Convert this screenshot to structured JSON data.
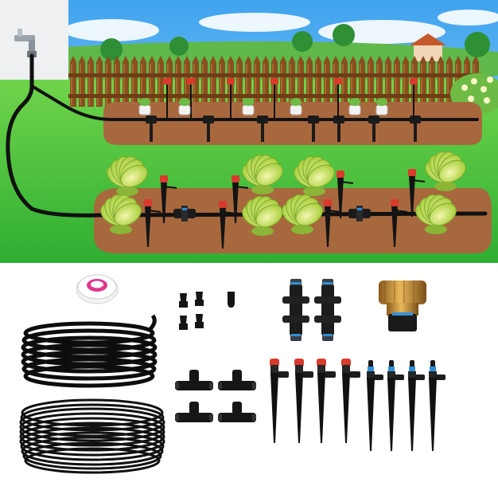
{
  "scene": {
    "kind": "product-photo",
    "top_panel": "garden-drip-irrigation-illustration",
    "bottom_panel": "drip-irrigation-kit-parts",
    "colors": {
      "sky": "#5bb4f0",
      "grass": "#45c23a",
      "soil": "#a0623a",
      "fence": "#8a4f1e",
      "tube": "#111111",
      "dripper_cap": "#d83a2c",
      "nozzle_blue": "#2e8fd6",
      "brass": "#c8963a",
      "tape_pink": "#e0358f"
    },
    "parts": [
      {
        "name": "thread-seal-tape",
        "count": 1
      },
      {
        "name": "end-plug",
        "count": 5
      },
      {
        "name": "four-way-manifold",
        "count": 2
      },
      {
        "name": "faucet-adapter",
        "count": 1
      },
      {
        "name": "tee-connector",
        "count": 4
      },
      {
        "name": "red-adjustable-dripper-stake",
        "count": 4
      },
      {
        "name": "blue-misting-stake",
        "count": 4
      },
      {
        "name": "tubing-coil",
        "count": 2
      }
    ]
  }
}
